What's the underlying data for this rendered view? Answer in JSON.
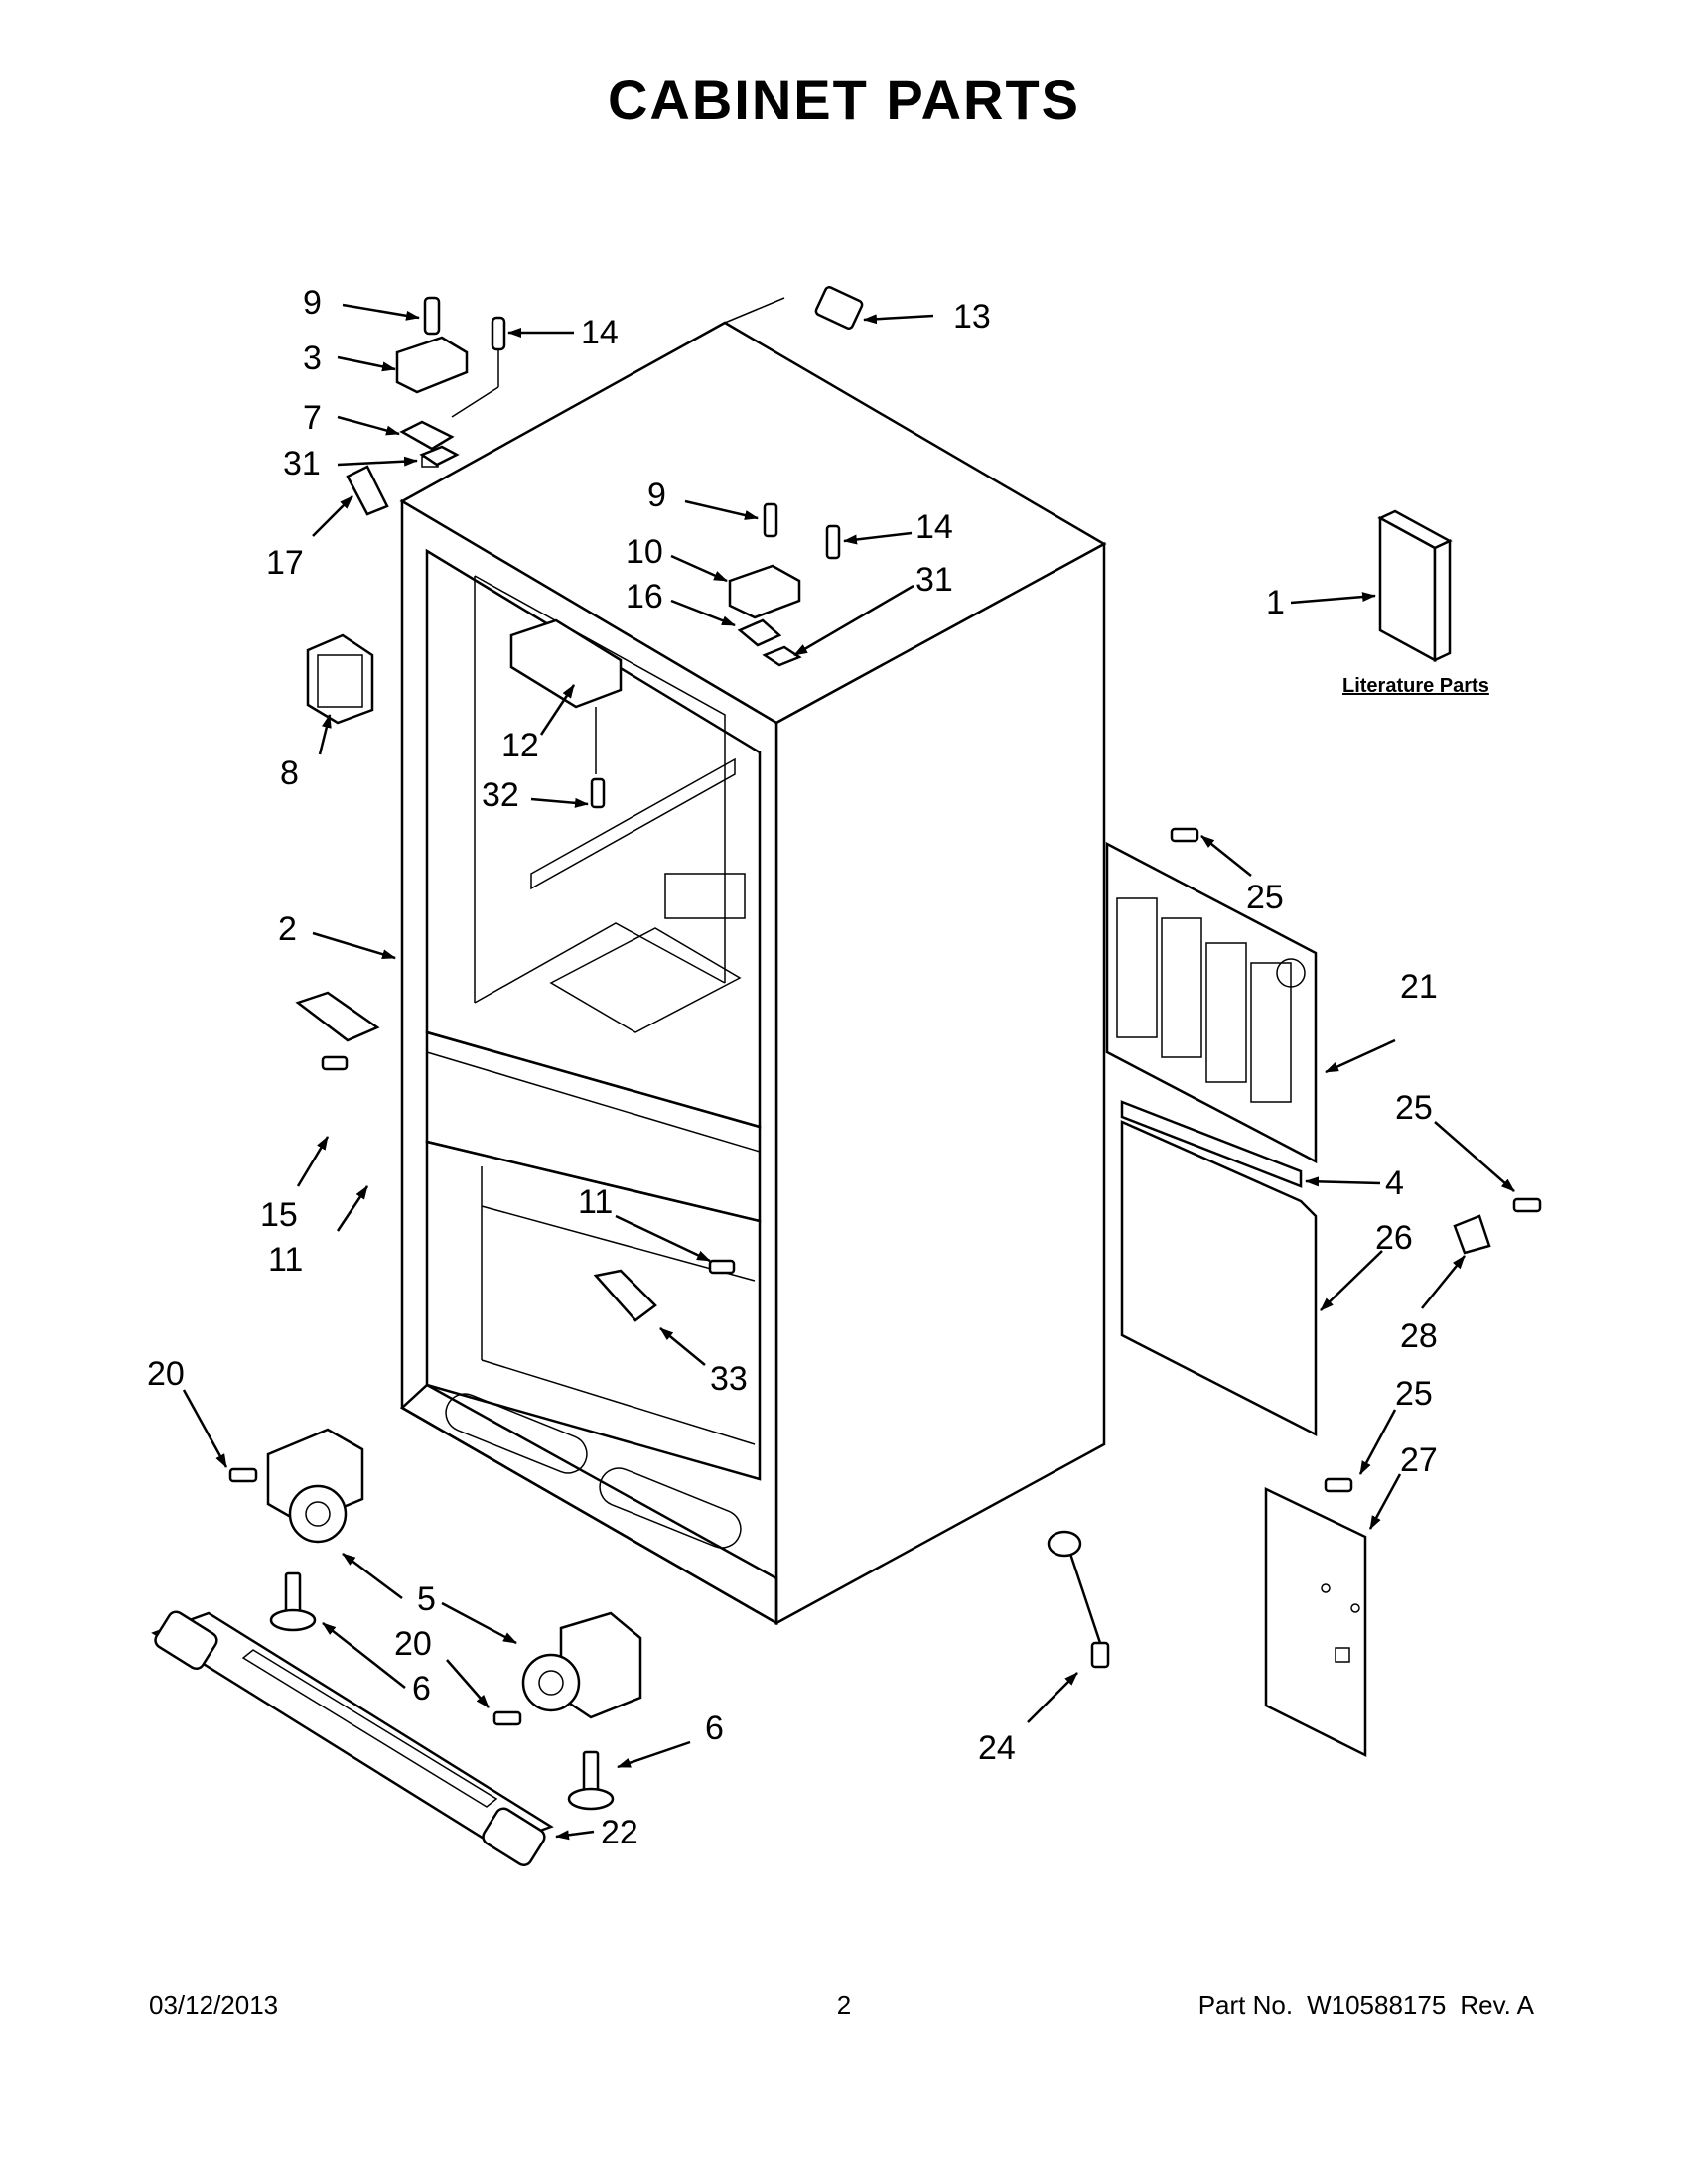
{
  "page": {
    "title": "CABINET PARTS",
    "literature_label": "Literature Parts"
  },
  "callouts": [
    "1",
    "2",
    "3",
    "4",
    "5",
    "6",
    "6",
    "7",
    "8",
    "9",
    "9",
    "10",
    "11",
    "11",
    "12",
    "13",
    "14",
    "14",
    "15",
    "16",
    "17",
    "20",
    "20",
    "21",
    "22",
    "24",
    "25",
    "25",
    "25",
    "26",
    "27",
    "28",
    "31",
    "31",
    "32",
    "33"
  ],
  "footer": {
    "date": "03/12/2013",
    "page_number": "2",
    "part_label": "Part No.",
    "part_number": "W10588175",
    "revision": "Rev. A"
  }
}
